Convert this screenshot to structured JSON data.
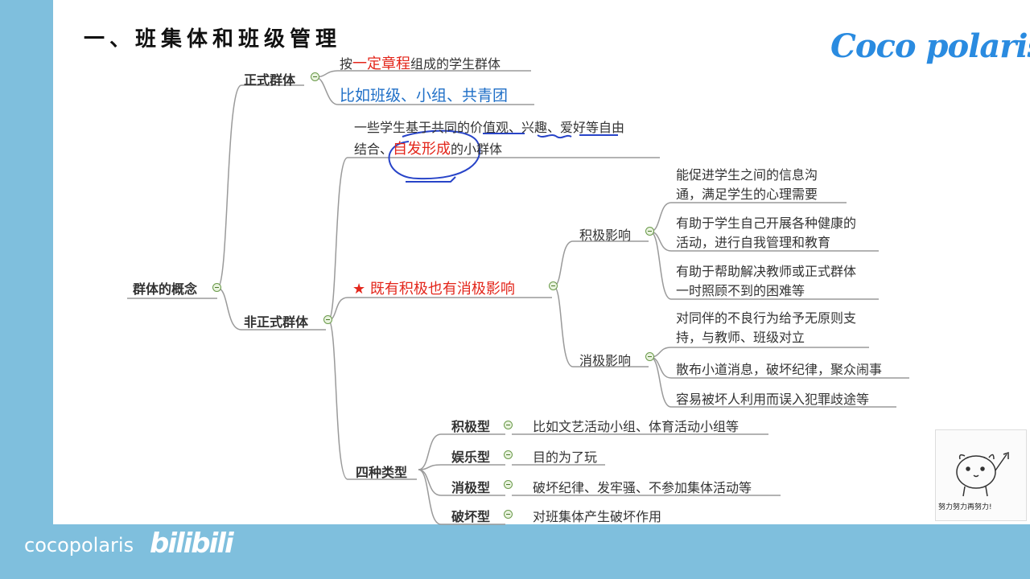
{
  "title": "一、班集体和班级管理",
  "brand": "Coco polaris",
  "footer": {
    "channel": "cocopolaris",
    "platform": "bilibili"
  },
  "sticker": {
    "caption": "努力努力再努力!"
  },
  "nodes": {
    "root": "群体的概念",
    "formal": "正式群体",
    "formal_c1_a": "按",
    "formal_c1_b": "一定章程",
    "formal_c1_c": "组成的学生群体",
    "formal_c2": "比如班级、小组、共青团",
    "informal": "非正式群体",
    "informal_def_1": "一些学生基于共同的价值观、兴趣、爱好等自由",
    "informal_def_2a": "结合、",
    "informal_def_2b": "自发形成",
    "informal_def_2c": "的小群体",
    "influence": "既有积极也有消极影响",
    "positive": "积极影响",
    "pos1": "能促进学生之间的信息沟通，满足学生的心理需要",
    "pos2": "有助于学生自己开展各种健康的活动，进行自我管理和教育",
    "pos3": "有助于帮助解决教师或正式群体一时照顾不到的困难等",
    "negative": "消极影响",
    "neg1": "对同伴的不良行为给予无原则支持，与教师、班级对立",
    "neg2": "散布小道消息，破坏纪律，聚众闹事",
    "neg3": "容易被坏人利用而误入犯罪歧途等",
    "types": "四种类型",
    "t1": "积极型",
    "t1d": "比如文艺活动小组、体育活动小组等",
    "t2": "娱乐型",
    "t2d": "目的为了玩",
    "t3": "消极型",
    "t3d": "破坏纪律、发牢骚、不参加集体活动等",
    "t4": "破坏型",
    "t4d": "对班集体产生破坏作用"
  },
  "colors": {
    "accent_red": "#e3261b",
    "accent_blue": "#1f6fc7",
    "line": "#9a9a9a",
    "footer_bg": "#7fbfdd"
  },
  "icons": {
    "star": "★"
  }
}
